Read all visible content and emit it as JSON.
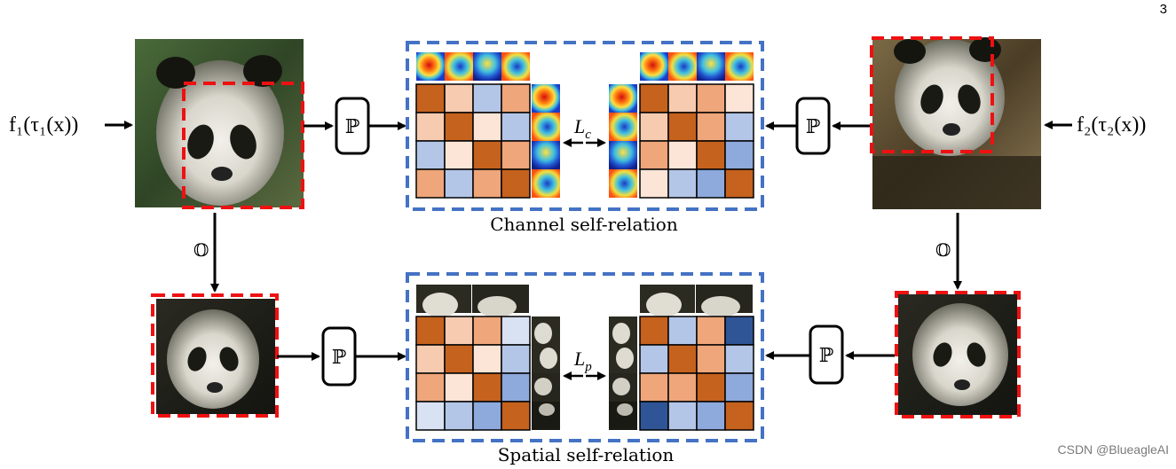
{
  "page_number": "3",
  "watermark": "CSDN @BlueagleAI",
  "inputs": {
    "left": "f₁(τ₁(x))",
    "right": "f₂(τ₂(x))"
  },
  "operators": {
    "projection": "ℙ",
    "crop": "𝕆"
  },
  "losses": {
    "channel": "L",
    "channel_sub": "c",
    "spatial": "L",
    "spatial_sub": "p"
  },
  "captions": {
    "channel": "Channel self-relation",
    "spatial": "Spatial self-relation"
  },
  "colors": {
    "dashed_blue": "#4472c4",
    "dashed_red": "#ee1111",
    "dark_orange": "#c5621e",
    "mid_orange": "#eea67a",
    "light_orange": "#f6cbb0",
    "pale": "#fce5d6",
    "light_blue": "#b4c6e7",
    "mid_blue": "#8ea9db",
    "dark_blue": "#2f5597"
  },
  "matrices": {
    "channel_left": [
      [
        "dark_orange",
        "light_orange",
        "light_blue",
        "mid_orange"
      ],
      [
        "light_orange",
        "dark_orange",
        "pale",
        "light_blue"
      ],
      [
        "light_blue",
        "pale",
        "dark_orange",
        "mid_orange"
      ],
      [
        "mid_orange",
        "light_blue",
        "mid_orange",
        "dark_orange"
      ]
    ],
    "channel_right": [
      [
        "dark_orange",
        "light_orange",
        "mid_orange",
        "pale"
      ],
      [
        "light_orange",
        "dark_orange",
        "mid_orange",
        "light_blue"
      ],
      [
        "mid_orange",
        "pale",
        "dark_orange",
        "mid_blue"
      ],
      [
        "pale",
        "light_blue",
        "mid_blue",
        "dark_orange"
      ]
    ],
    "spatial_left": [
      [
        "dark_orange",
        "light_orange",
        "mid_orange",
        "pale_blue"
      ],
      [
        "light_orange",
        "dark_orange",
        "pale",
        "light_blue"
      ],
      [
        "mid_orange",
        "pale",
        "dark_orange",
        "mid_blue"
      ],
      [
        "pale_blue",
        "light_blue",
        "mid_blue",
        "dark_orange"
      ]
    ],
    "spatial_right": [
      [
        "dark_orange",
        "light_blue",
        "mid_orange",
        "dark_blue"
      ],
      [
        "light_blue",
        "dark_orange",
        "mid_orange",
        "light_blue"
      ],
      [
        "mid_orange",
        "mid_orange",
        "dark_orange",
        "mid_blue"
      ],
      [
        "dark_blue",
        "light_blue",
        "mid_blue",
        "dark_orange"
      ]
    ]
  }
}
